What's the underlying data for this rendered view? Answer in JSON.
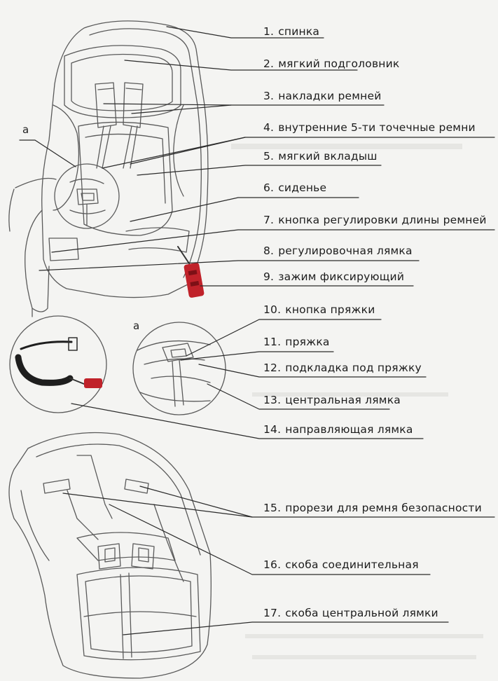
{
  "labels": [
    {
      "num": "1.",
      "text": "спинка"
    },
    {
      "num": "2.",
      "text": "мягкий подголовник"
    },
    {
      "num": "3.",
      "text": "накладки ремней"
    },
    {
      "num": "4.",
      "text": "внутренние 5-ти точечные ремни"
    },
    {
      "num": "5.",
      "text": "мягкий вкладыш"
    },
    {
      "num": "6.",
      "text": "сиденье"
    },
    {
      "num": "7.",
      "text": "кнопка регулировки длины ремней"
    },
    {
      "num": "8.",
      "text": "регулировочная лямка"
    },
    {
      "num": "9.",
      "text": "зажим фиксирующий"
    },
    {
      "num": "10.",
      "text": "кнопка пряжки"
    },
    {
      "num": "11.",
      "text": "пряжка"
    },
    {
      "num": "12.",
      "text": "подкладка под пряжку"
    },
    {
      "num": "13.",
      "text": "центральная лямка"
    },
    {
      "num": "14.",
      "text": "направляющая лямка"
    },
    {
      "num": "15.",
      "text": "прорези для ремня безопасности"
    },
    {
      "num": "16.",
      "text": "скоба соединительная"
    },
    {
      "num": "17.",
      "text": "скоба центральной лямки"
    }
  ],
  "detail_letter_top": "a",
  "detail_letter_mid": "a",
  "colors": {
    "line": "#2a2a2a",
    "drawing": "#5a5a5a",
    "clip_red": "#c0222a",
    "strap_dark": "#1e1e1e"
  }
}
